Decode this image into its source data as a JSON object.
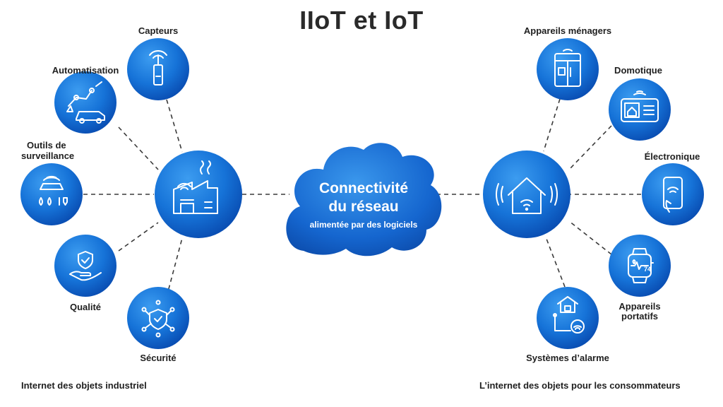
{
  "title": "IIoT et IoT",
  "cloud": {
    "line1": "Connectivité",
    "line2": "du réseau",
    "line3": "alimentée par des logiciels"
  },
  "iiot": {
    "hub_icon": "factory-icon",
    "caption": "Internet des objets industriel",
    "items": {
      "capteurs": {
        "label": "Capteurs",
        "icon": "sensor-icon"
      },
      "automatisation": {
        "label": "Automatisation",
        "icon": "robot-arm-icon"
      },
      "surveillance": {
        "label1": "Outils de",
        "label2": "surveillance",
        "icon": "monitoring-icon"
      },
      "qualite": {
        "label": "Qualité",
        "icon": "hand-shield-icon"
      },
      "securite": {
        "label": "Sécurité",
        "icon": "shield-network-icon"
      }
    }
  },
  "iot": {
    "hub_icon": "smart-home-icon",
    "caption": "L’internet des objets pour les consommateurs",
    "items": {
      "menagers": {
        "label": "Appareils ménagers",
        "icon": "fridge-icon"
      },
      "domotique": {
        "label": "Domotique",
        "icon": "home-panel-icon"
      },
      "electronique": {
        "label": "Électronique",
        "icon": "smartphone-icon"
      },
      "portatifs": {
        "label1": "Appareils",
        "label2": "portatifs",
        "icon": "smartwatch-icon"
      },
      "alarme": {
        "label": "Systèmes d’alarme",
        "icon": "alarm-system-icon"
      }
    }
  },
  "watch_value": "74",
  "colors": {
    "circle_light": "#2f8fe6",
    "circle_dark": "#0a52b8",
    "cloud": "#1a6fd3",
    "text": "#1f1f1f"
  }
}
